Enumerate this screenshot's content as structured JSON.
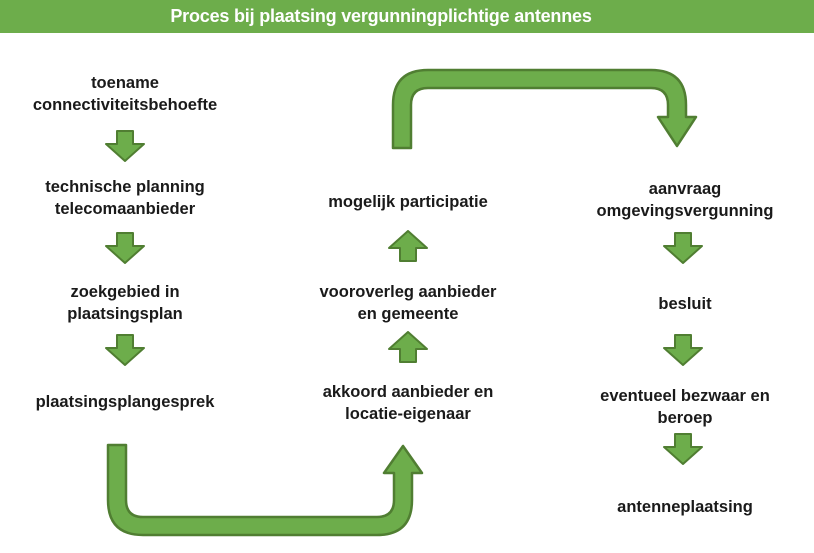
{
  "title": "Proces bij plaatsing vergunningplichtige antennes",
  "colors": {
    "header_bg": "#6dad4b",
    "header_text": "#ffffff",
    "arrow_fill": "#6dad4b",
    "arrow_stroke": "#507e32",
    "step_text": "#1a1a1a",
    "background": "#ffffff"
  },
  "icons": {
    "arrow_down": "solid green downward block arrow",
    "arrow_up": "solid green upward block arrow",
    "elbow_arrow_top": "green elbow connector: up, right, down-arrow",
    "elbow_arrow_bottom": "green elbow connector: down, right, up-arrow"
  },
  "columns": {
    "left": {
      "steps": [
        {
          "lines": [
            "toename",
            "connectiviteitsbehoefte"
          ]
        },
        {
          "lines": [
            "technische planning",
            "telecomaanbieder"
          ]
        },
        {
          "lines": [
            "zoekgebied in",
            "plaatsingsplan"
          ]
        },
        {
          "lines": [
            "plaatsingsplangesprek"
          ]
        }
      ]
    },
    "middle": {
      "steps": [
        {
          "lines": [
            "mogelijk participatie"
          ]
        },
        {
          "lines": [
            "vooroverleg aanbieder",
            "en gemeente"
          ]
        },
        {
          "lines": [
            "akkoord aanbieder en",
            "locatie-eigenaar"
          ]
        }
      ]
    },
    "right": {
      "steps": [
        {
          "lines": [
            "aanvraag",
            "omgevingsvergunning"
          ]
        },
        {
          "lines": [
            "besluit"
          ]
        },
        {
          "lines": [
            "eventueel bezwaar en",
            "beroep"
          ]
        },
        {
          "lines": [
            "antenneplaatsing"
          ]
        }
      ]
    }
  }
}
